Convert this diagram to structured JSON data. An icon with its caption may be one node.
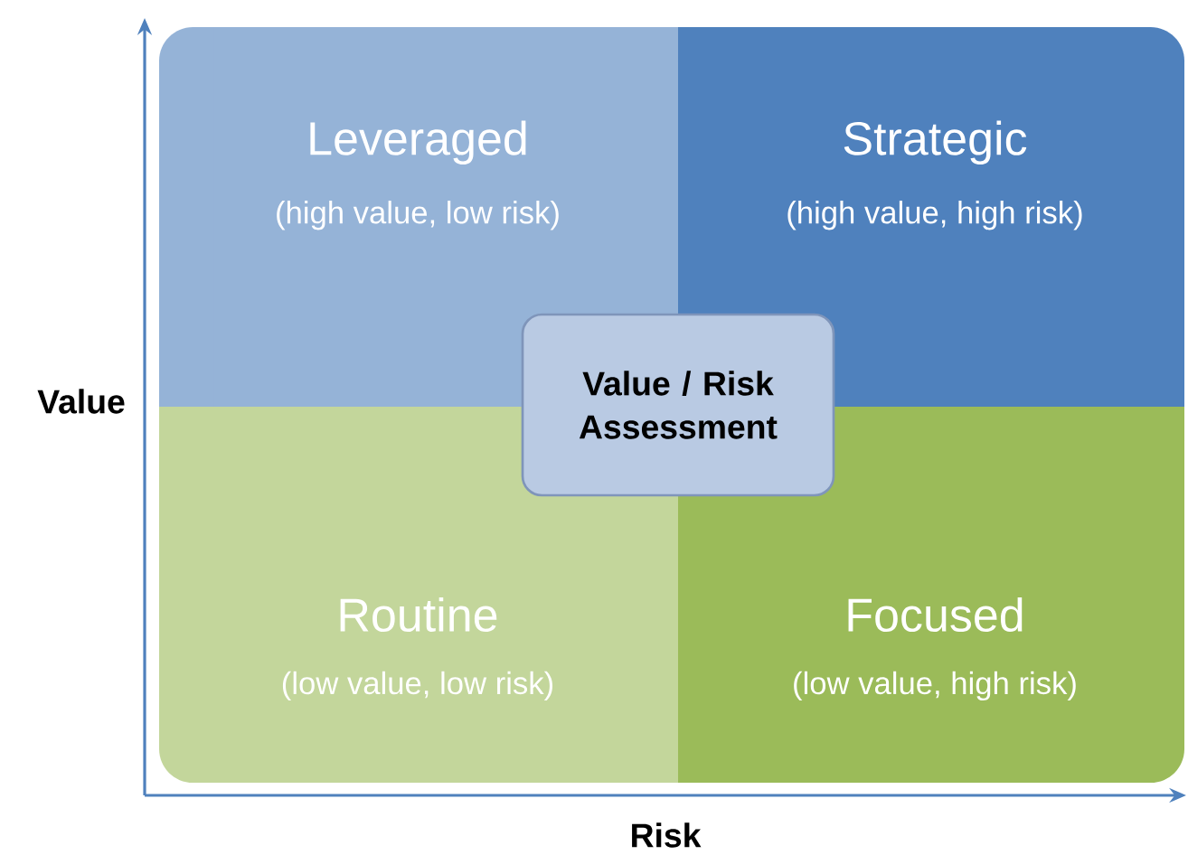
{
  "diagram": {
    "nodes": [
      {
        "text": [
          "Leveraged",
          "(high value, low risk)"
        ]
      },
      {
        "text": [
          "Strategic",
          "(high value, high risk)"
        ]
      },
      {
        "text": [
          "Routine",
          "(low value, low risk)"
        ]
      },
      {
        "text": [
          "Focused",
          "(low value, high risk)"
        ]
      },
      {
        "text": [
          "Value / Risk Assessment"
        ]
      }
    ],
    "labels": [
      "Value",
      "Risk"
    ]
  }
}
